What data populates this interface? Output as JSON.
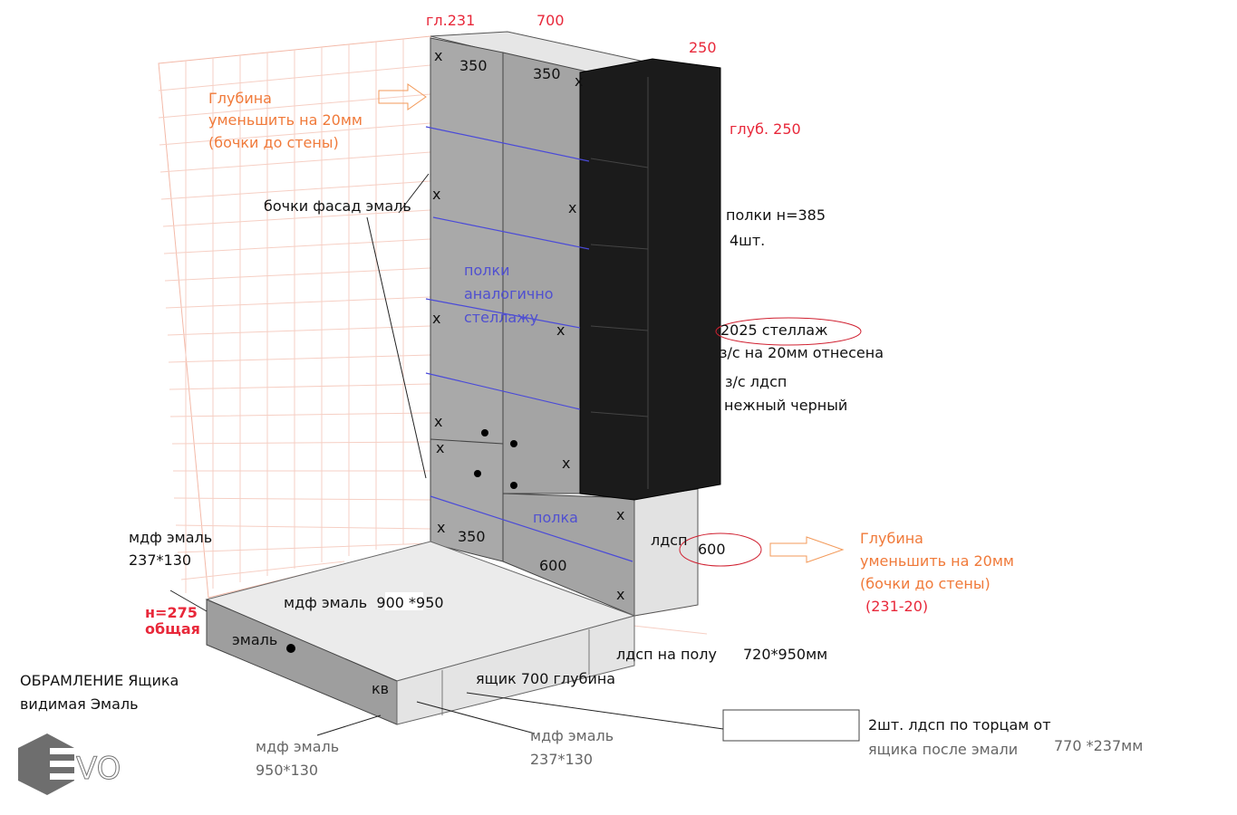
{
  "dimensions": {
    "top_depth": "гл.231",
    "top_width": "700",
    "shelf_width": "250",
    "shelf_depth": "глуб. 250",
    "door_left_top": "350",
    "door_right_top": "350",
    "door_left_bottom": "350",
    "door_right_bottom": "600",
    "side_depth": "600"
  },
  "notes": {
    "depth_top": [
      "Глубина",
      "уменьшить на 20мм",
      "(бочки до стены)"
    ],
    "side_facade": "бочки фасад эмаль",
    "shelves_same": [
      "полки",
      "аналогично",
      "стеллажу"
    ],
    "shelves_spec": [
      "полки н=385",
      "4шт."
    ],
    "rack": "2025 стеллаж",
    "back_panel": [
      "з/с на 20мм отнесена",
      "з/с лдсп",
      "нежный черный"
    ],
    "shelf_label": "полка",
    "side_material": "лдсп",
    "depth_bottom": [
      "Глубина",
      "уменьшить на 20мм",
      "(бочки до стены)",
      "(231-20)"
    ],
    "mdf_side": [
      "мдф эмаль",
      "237*130"
    ],
    "height_total": [
      "н=275",
      "общая"
    ],
    "mdf_top": "мдф эмаль  900 *950",
    "enamel": "эмаль",
    "kv": "кв",
    "frame": [
      "ОБРАМЛЕНИЕ Ящика",
      "видимая Эмаль"
    ],
    "floor_ldsp": "лдсп на полу",
    "floor_size": "720*950мм",
    "drawer_depth": "ящик 700 глубина",
    "mdf_front": [
      "мдф эмаль",
      "950*130"
    ],
    "mdf_inner": [
      "мдф эмаль",
      "237*130"
    ],
    "ends": [
      "2шт. лдсп по торцам от",
      "ящика после эмали"
    ],
    "ends_size": "770 *237мм",
    "x_mark": "x"
  },
  "logo": "EVO"
}
